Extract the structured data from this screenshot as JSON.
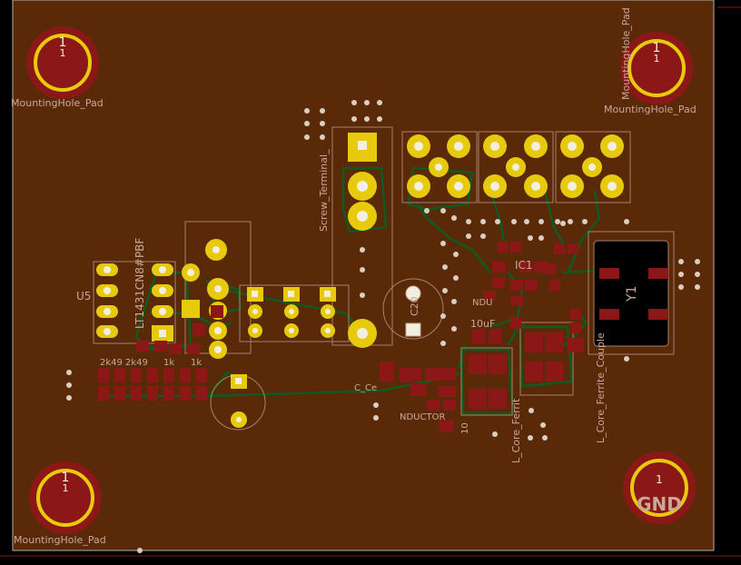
{
  "colors": {
    "background": "#000000",
    "board": "#5a2a08",
    "outline": "#b0b0b0",
    "copper_pad": "#8b1717",
    "through_hole": "#e7c90e",
    "drill": "#f3efe0",
    "trace": "#0f5a20",
    "silk": "#c9a89a",
    "courtyard": "#a8806f",
    "via": "#d8cfc0"
  },
  "mounting_holes": {
    "pad_number": "1",
    "label": "MountingHole_Pad",
    "gnd_label": "GND"
  },
  "labels": {
    "screw_terminal": "Screw_Terminal_",
    "chip": "LT1431CN8#PBF",
    "u5": "U5",
    "ic1": "IC1",
    "y1": "Y1",
    "c20": "C20",
    "c10uf": "10uF",
    "ndu": "NDU",
    "inductor": "NDUCTOR",
    "ferrite_1": "L_Core_Ferrit",
    "ferrite_2": "L_Core_Ferrite_Couple",
    "res_a": "2k49",
    "res_b": "2k49",
    "res_c": "1k",
    "res_d": "1k",
    "c_ce": "C_Ce",
    "ten": "10"
  }
}
